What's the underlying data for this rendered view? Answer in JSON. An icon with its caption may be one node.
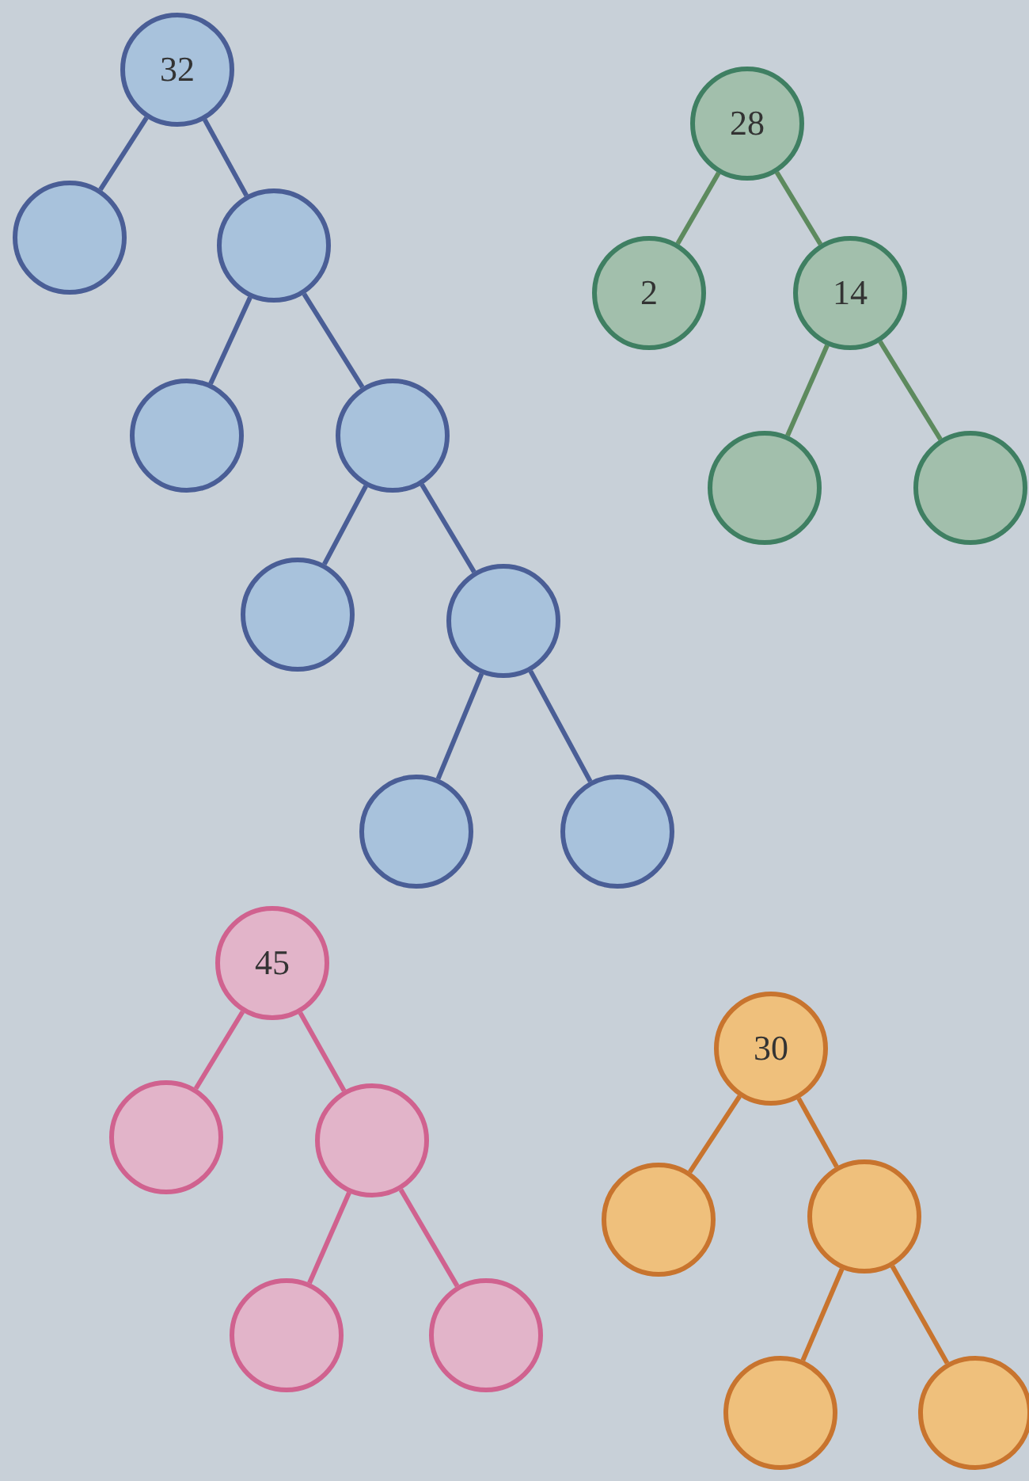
{
  "diagram": {
    "nodes": [
      {
        "text": [
          "32"
        ]
      },
      {
        "text": [],
        "shape": "circle"
      },
      {
        "text": [],
        "shape": "circle"
      },
      {
        "text": [],
        "shape": "circle"
      },
      {
        "text": [],
        "shape": "circle"
      },
      {
        "text": [],
        "shape": "circle"
      },
      {
        "text": [],
        "shape": "circle"
      },
      {
        "text": [],
        "shape": "circle"
      },
      {
        "text": [],
        "shape": "circle"
      },
      {
        "text": [
          "28"
        ]
      },
      {
        "text": [
          "2"
        ]
      },
      {
        "text": [
          "14"
        ]
      },
      {
        "text": [],
        "shape": "circle"
      },
      {
        "text": [],
        "shape": "circle"
      },
      {
        "text": [
          "45"
        ]
      },
      {
        "text": [],
        "shape": "circle"
      },
      {
        "text": [],
        "shape": "circle"
      },
      {
        "text": [],
        "shape": "circle"
      },
      {
        "text": [],
        "shape": "circle"
      },
      {
        "text": [
          "30"
        ]
      },
      {
        "text": [],
        "shape": "circle"
      },
      {
        "text": [],
        "shape": "circle"
      },
      {
        "text": [],
        "shape": "circle"
      },
      {
        "text": [],
        "shape": "circle"
      }
    ],
    "edges": [
      {
        "from": 0,
        "to": 1,
        "arrow": "none"
      },
      {
        "from": 0,
        "to": 2,
        "arrow": "none"
      },
      {
        "from": 2,
        "to": 3,
        "arrow": "none"
      },
      {
        "from": 2,
        "to": 4,
        "arrow": "none"
      },
      {
        "from": 4,
        "to": 5,
        "arrow": "none"
      },
      {
        "from": 4,
        "to": 6,
        "arrow": "none"
      },
      {
        "from": 6,
        "to": 7,
        "arrow": "none"
      },
      {
        "from": 6,
        "to": 8,
        "arrow": "none"
      },
      {
        "from": 9,
        "to": 10,
        "arrow": "none",
        "color": "#5d8a5e"
      },
      {
        "from": 9,
        "to": 11,
        "arrow": "none",
        "color": "#5d8a5e"
      },
      {
        "from": 11,
        "to": 12,
        "arrow": "none",
        "color": "#5d8a5e"
      },
      {
        "from": 11,
        "to": 13,
        "arrow": "none",
        "color": "#5d8a5e"
      },
      {
        "from": 14,
        "to": 15,
        "arrow": "none",
        "color": "#d0628f"
      },
      {
        "from": 14,
        "to": 16,
        "arrow": "none",
        "color": "#d0628f"
      },
      {
        "from": 16,
        "to": 17,
        "arrow": "none",
        "color": "#d0628f"
      },
      {
        "from": 16,
        "to": 18,
        "arrow": "none",
        "color": "#d0628f"
      },
      {
        "from": 19,
        "to": 20,
        "arrow": "none",
        "color": "#c8742e"
      },
      {
        "from": 19,
        "to": 21,
        "arrow": "none",
        "color": "#c8742e"
      },
      {
        "from": 21,
        "to": 22,
        "arrow": "none",
        "color": "#c8742e"
      },
      {
        "from": 21,
        "to": 23,
        "arrow": "none",
        "color": "#c8742e"
      }
    ]
  }
}
